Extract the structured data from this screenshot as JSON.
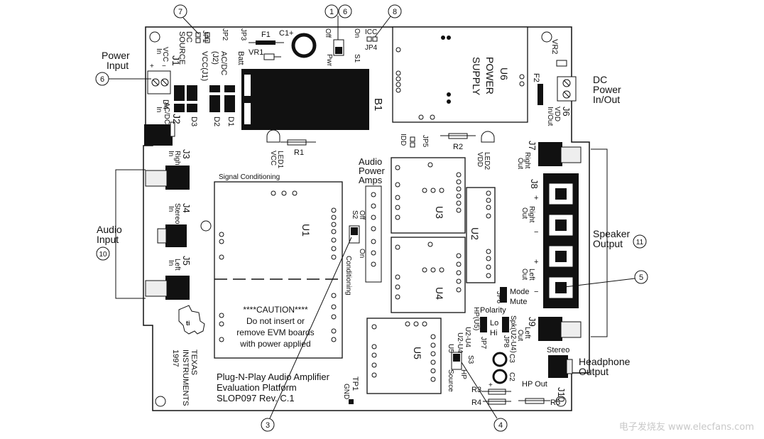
{
  "board": {
    "title_line1": "Plug-N-Play Audio Amplifier",
    "title_line2": "Evaluation Platform",
    "title_line3": "SLOP097 Rev. C.1",
    "signal_conditioning": "Signal Conditioning",
    "caution_line1": "****CAUTION****",
    "caution_line2": "Do not insert or",
    "caution_line3": "remove EVM boards",
    "caution_line4": "with power applied",
    "ti_line1": "TEXAS",
    "ti_line2": "INSTRUMENTS",
    "ti_year": "1997",
    "audio_power_amps_1": "Audio",
    "audio_power_amps_2": "Power",
    "audio_power_amps_3": "Amps"
  },
  "callouts": {
    "power_input_1": "Power",
    "power_input_2": "Input",
    "audio_input_1": "Audio",
    "audio_input_2": "Input",
    "dc_power_1": "DC",
    "dc_power_2": "Power",
    "dc_power_3": "In/Out",
    "speaker_output_1": "Speaker",
    "speaker_output_2": "Output",
    "headphone_output_1": "Headphone",
    "headphone_output_2": "Output",
    "n1": "1",
    "n3": "3",
    "n4": "4",
    "n5": "5",
    "n6a": "6",
    "n6b": "6",
    "n7": "7",
    "n8": "8",
    "n10": "10",
    "n11": "11"
  },
  "components": {
    "u1": "U1",
    "u2": "U2",
    "u3": "U3",
    "u4": "U4",
    "u5": "U5",
    "u6": "U6",
    "power_supply_1": "POWER",
    "power_supply_2": "SUPPLY",
    "b1": "B1",
    "f1": "F1",
    "c1": "C1+",
    "vr1": "VR1",
    "vr2": "VR2",
    "f2": "F2",
    "r1": "R1",
    "r2": "R2",
    "r3": "R3",
    "r4": "R4",
    "r5": "R5",
    "c2": "C2",
    "c3": "C3",
    "d1": "D1",
    "d2": "D2",
    "d3": "D3",
    "d4": "D4",
    "s1": "S1",
    "s2": "S2",
    "s3": "S3",
    "tp1": "TP1",
    "gnd": "GND",
    "led1": "LED1",
    "led1_sub": "VCC",
    "led2": "LED2",
    "led2_sub": "VDD",
    "jp1": "JP1",
    "jp2": "JP2",
    "jp3": "JP3",
    "jp4": "JP4",
    "jp5": "JP5",
    "jp6": "JP6",
    "jp7": "JP7",
    "jp8": "JP8",
    "icc": "ICC",
    "idd": "IDD",
    "off": "Off",
    "on": "On",
    "pwr": "Pwr",
    "s2_off": "Off",
    "s2_on": "On",
    "conditioning": "Conditioning",
    "batt": "Batt",
    "vcc_j1": "VCC(J1)",
    "ac_dc_j2a": "AC/DC",
    "ac_dc_j2b": "(J2)",
    "dc_source_1": "DC",
    "dc_source_2": "SOURCE",
    "mode": "Mode",
    "mute": "Mute",
    "polarity": "Polarity",
    "lo": "Lo",
    "hi": "Hi",
    "hp_u5": "HP(U5)",
    "u2_u4": "U2-U4",
    "spk_u2u4": "Spk(U2-U4)",
    "s3_hp": "HP",
    "u2u4_b": "U2-U4",
    "source": "Source",
    "plus": "+",
    "minus": "−"
  },
  "connectors": {
    "j1": "J1",
    "j1_sub1": "VCC",
    "j1_sub2": "In",
    "j2": "J2",
    "j2_sub1": "AC/DC",
    "j2_sub2": "In",
    "j3": "J3",
    "j3_sub1": "Right",
    "j3_sub2": "In",
    "j4": "J4",
    "j4_sub1": "Stereo",
    "j4_sub2": "In",
    "j5": "J5",
    "j5_sub1": "Left",
    "j5_sub2": "In",
    "j6": "J6",
    "j6_sub1": "VDD",
    "j6_sub2": "In/Out",
    "j7": "J7",
    "j7_sub1": "Right",
    "j7_sub2": "Out",
    "j8": "J8",
    "j8_right": "Right",
    "j8_out1": "Out",
    "j8_left": "Left",
    "j8_out2": "Out",
    "j9": "J9",
    "j9_sub1": "Left",
    "j9_sub2": "Out",
    "j10": "J10",
    "j10_stereo": "Stereo",
    "hp_out": "HP Out"
  },
  "watermark": "电子发烧友  www.elecfans.com"
}
